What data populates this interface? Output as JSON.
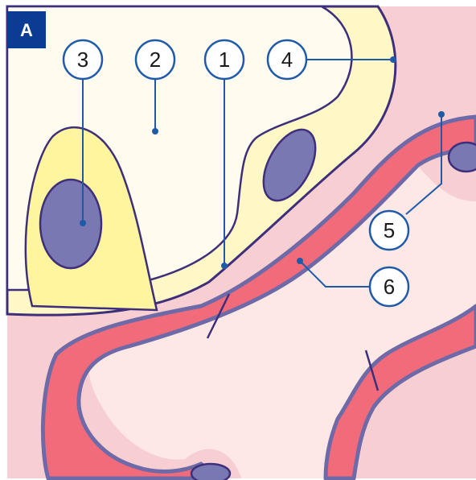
{
  "panel": {
    "label": "A"
  },
  "callouts": [
    {
      "id": "1",
      "label": "1"
    },
    {
      "id": "2",
      "label": "2"
    },
    {
      "id": "3",
      "label": "3"
    },
    {
      "id": "4",
      "label": "4"
    },
    {
      "id": "5",
      "label": "5"
    },
    {
      "id": "6",
      "label": "6"
    }
  ],
  "colors": {
    "background_tissue": "#f7cfd2",
    "outer_cell": "#fff7c6",
    "cell_interior": "#fffbee",
    "nucleus": "#7a78b2",
    "membrane": "#3e2f7a",
    "vessel_wall": "#f26b7a",
    "vessel_border": "#6e6aa8",
    "lumen": "#fde8e6",
    "leader_line": "#1f5aa8",
    "panel_box": "#0b3c94"
  }
}
